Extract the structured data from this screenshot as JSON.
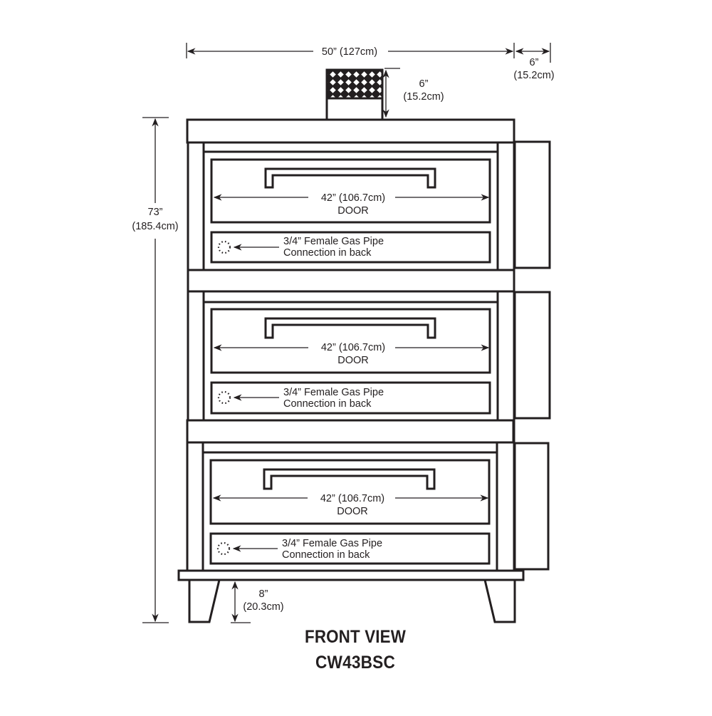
{
  "diagram": {
    "title": "FRONT VIEW",
    "model": "CW43BSC",
    "colors": {
      "line": "#231f20",
      "background": "#ffffff"
    },
    "dimensions": {
      "overall_width": "50” (127cm)",
      "side_depth_in": "6”",
      "side_depth_cm": "(15.2cm)",
      "flue_height_in": "6”",
      "flue_height_cm": "(15.2cm)",
      "overall_height_in": "73”",
      "overall_height_cm": "(185.4cm)",
      "leg_height_in": "8”",
      "leg_height_cm": "(20.3cm)"
    },
    "decks": [
      {
        "door_width": "42” (106.7cm)",
        "door_label": "DOOR",
        "gas_line1": "3/4” Female Gas Pipe",
        "gas_line2": "Connection in back"
      },
      {
        "door_width": "42” (106.7cm)",
        "door_label": "DOOR",
        "gas_line1": "3/4” Female Gas Pipe",
        "gas_line2": "Connection in back"
      },
      {
        "door_width": "42” (106.7cm)",
        "door_label": "DOOR",
        "gas_line1": "3/4” Female Gas Pipe",
        "gas_line2": "Connection in back"
      }
    ]
  }
}
